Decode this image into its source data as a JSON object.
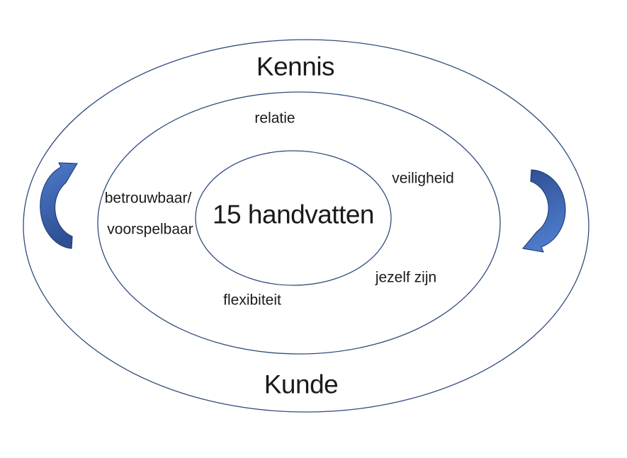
{
  "diagram": {
    "title_top": "Kennis",
    "title_bottom": "Kunde",
    "center_label": "15 handvatten",
    "ring_labels": {
      "relatie": "relatie",
      "veiligheid": "veiligheid",
      "betrouwbaar": "betrouwbaar/",
      "voorspelbaar": "voorspelbaar",
      "jezelf_zijn": "jezelf zijn",
      "flexibiteit": "flexibiteit"
    },
    "colors": {
      "ellipse_stroke": "#2F4B7C",
      "arrow_stroke": "#24417B",
      "arrow_light": "#4E7CCB",
      "arrow_dark": "#2E4F93",
      "text": "#1A1A1A",
      "background": "#FFFFFF"
    }
  }
}
